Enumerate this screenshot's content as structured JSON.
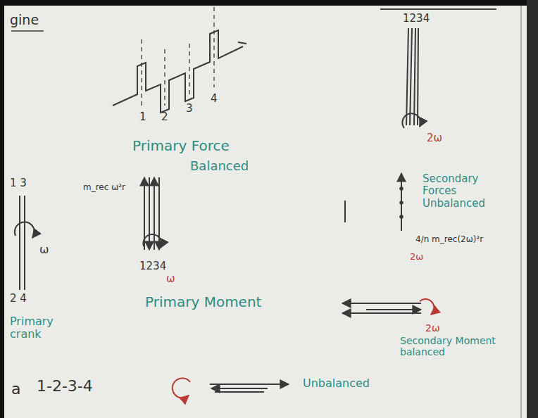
{
  "diagram": {
    "title": "gine",
    "labels": [
      "1",
      "2",
      "3",
      "4",
      "1234",
      "2ω",
      "Primary Force",
      "1 3",
      "m_rec ω²r",
      "Balanced",
      "Secondary Forces Unbalanced",
      "ω",
      "1234",
      "ω",
      "4/n m_rec(2ω)²r",
      "2ω",
      "2 4",
      "Primary Moment",
      "2ω",
      "Secondary Moment balanced",
      "Primary crank",
      "a",
      "1-2-3-4",
      "Unbalanced"
    ]
  }
}
